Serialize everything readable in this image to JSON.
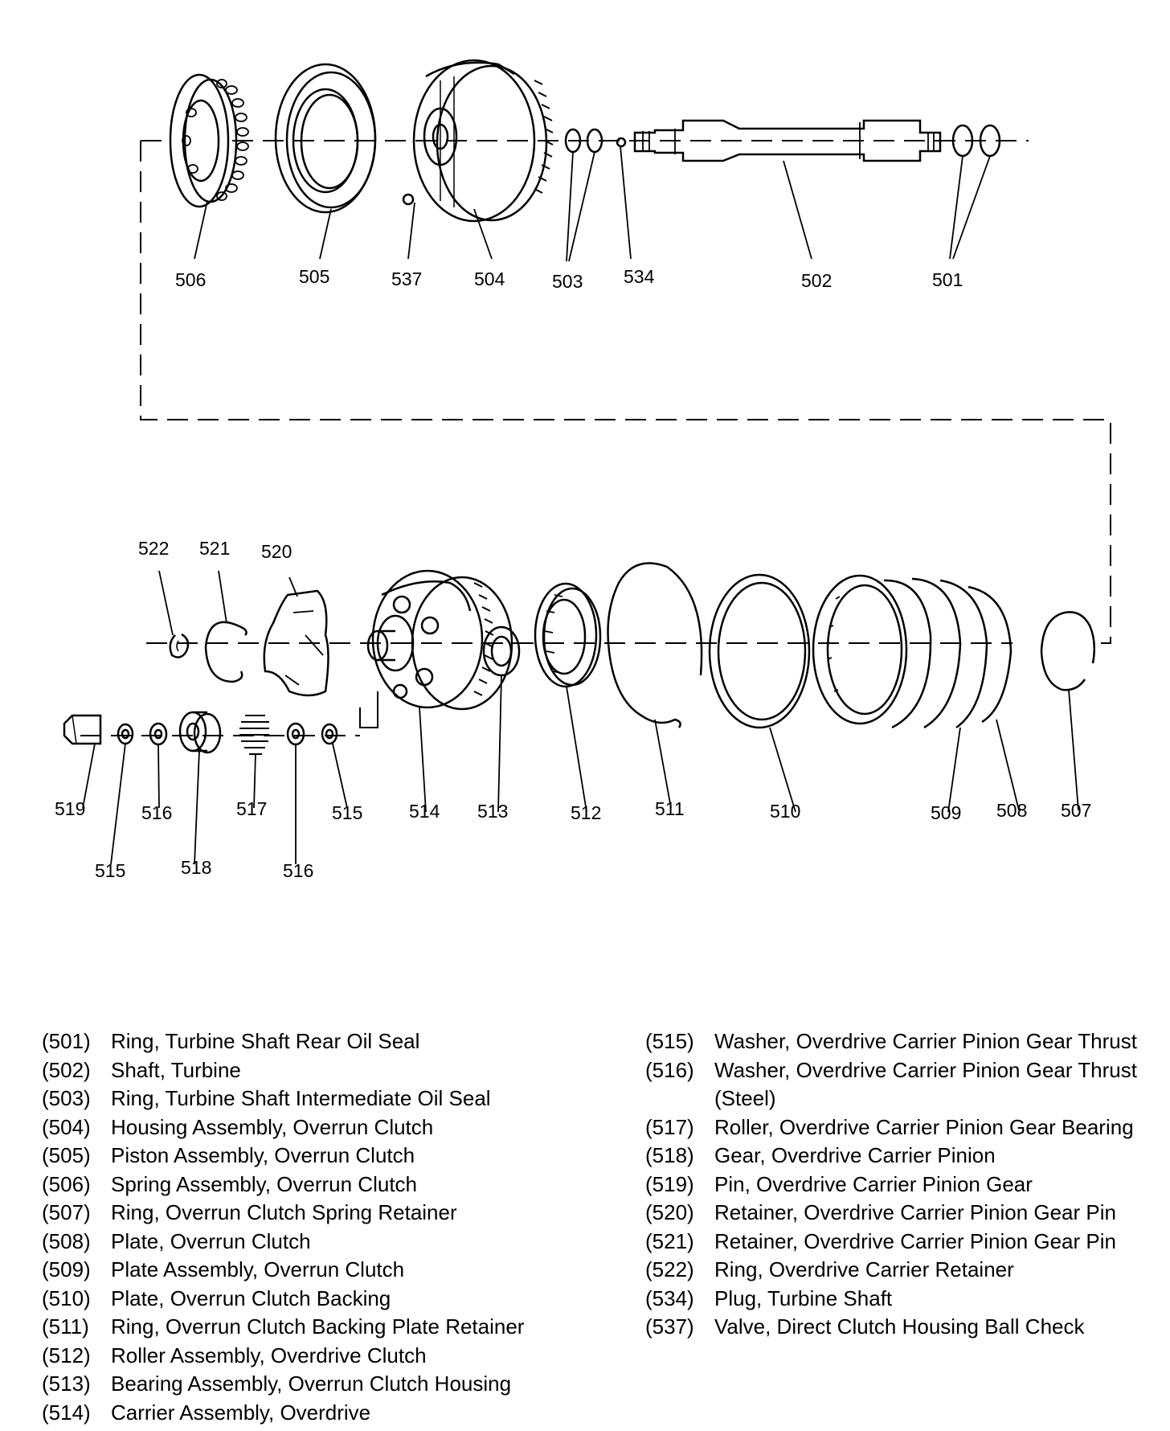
{
  "callouts": {
    "c501": "501",
    "c502": "502",
    "c503": "503",
    "c504": "504",
    "c505": "505",
    "c506": "506",
    "c507": "507",
    "c508": "508",
    "c509": "509",
    "c510": "510",
    "c511": "511",
    "c512": "512",
    "c513": "513",
    "c514": "514",
    "c515a": "515",
    "c515b": "515",
    "c516a": "516",
    "c516b": "516",
    "c517": "517",
    "c518": "518",
    "c519": "519",
    "c520": "520",
    "c521": "521",
    "c522": "522",
    "c534": "534",
    "c537": "537"
  },
  "legend": [
    {
      "num": "(501)",
      "desc": "Ring, Turbine Shaft Rear Oil Seal"
    },
    {
      "num": "(502)",
      "desc": "Shaft, Turbine"
    },
    {
      "num": "(503)",
      "desc": "Ring, Turbine Shaft Intermediate Oil Seal"
    },
    {
      "num": "(504)",
      "desc": "Housing Assembly, Overrun Clutch"
    },
    {
      "num": "(505)",
      "desc": "Piston Assembly, Overrun Clutch"
    },
    {
      "num": "(506)",
      "desc": "Spring Assembly, Overrun Clutch"
    },
    {
      "num": "(507)",
      "desc": "Ring, Overrun Clutch Spring Retainer"
    },
    {
      "num": "(508)",
      "desc": "Plate, Overrun Clutch"
    },
    {
      "num": "(509)",
      "desc": "Plate Assembly, Overrun Clutch"
    },
    {
      "num": "(510)",
      "desc": "Plate, Overrun Clutch Backing"
    },
    {
      "num": "(511)",
      "desc": "Ring, Overrun Clutch Backing Plate Retainer"
    },
    {
      "num": "(512)",
      "desc": "Roller Assembly, Overdrive Clutch"
    },
    {
      "num": "(513)",
      "desc": "Bearing Assembly, Overrun Clutch Housing"
    },
    {
      "num": "(514)",
      "desc": "Carrier Assembly, Overdrive"
    },
    {
      "num": "(515)",
      "desc": "Washer, Overdrive Carrier Pinion Gear Thrust"
    },
    {
      "num": "(516)",
      "desc": "Washer, Overdrive Carrier Pinion Gear Thrust (Steel)"
    },
    {
      "num": "(517)",
      "desc": "Roller, Overdrive Carrier Pinion Gear Bearing"
    },
    {
      "num": "(518)",
      "desc": "Gear, Overdrive Carrier Pinion"
    },
    {
      "num": "(519)",
      "desc": "Pin, Overdrive Carrier Pinion Gear"
    },
    {
      "num": "(520)",
      "desc": "Retainer, Overdrive Carrier Pinion Gear Pin"
    },
    {
      "num": "(521)",
      "desc": "Retainer, Overdrive Carrier Pinion Gear Pin"
    },
    {
      "num": "(522)",
      "desc": "Ring, Overdrive Carrier Retainer"
    },
    {
      "num": "(534)",
      "desc": "Plug, Turbine Shaft"
    },
    {
      "num": "(537)",
      "desc": "Valve, Direct Clutch Housing Ball Check"
    }
  ]
}
